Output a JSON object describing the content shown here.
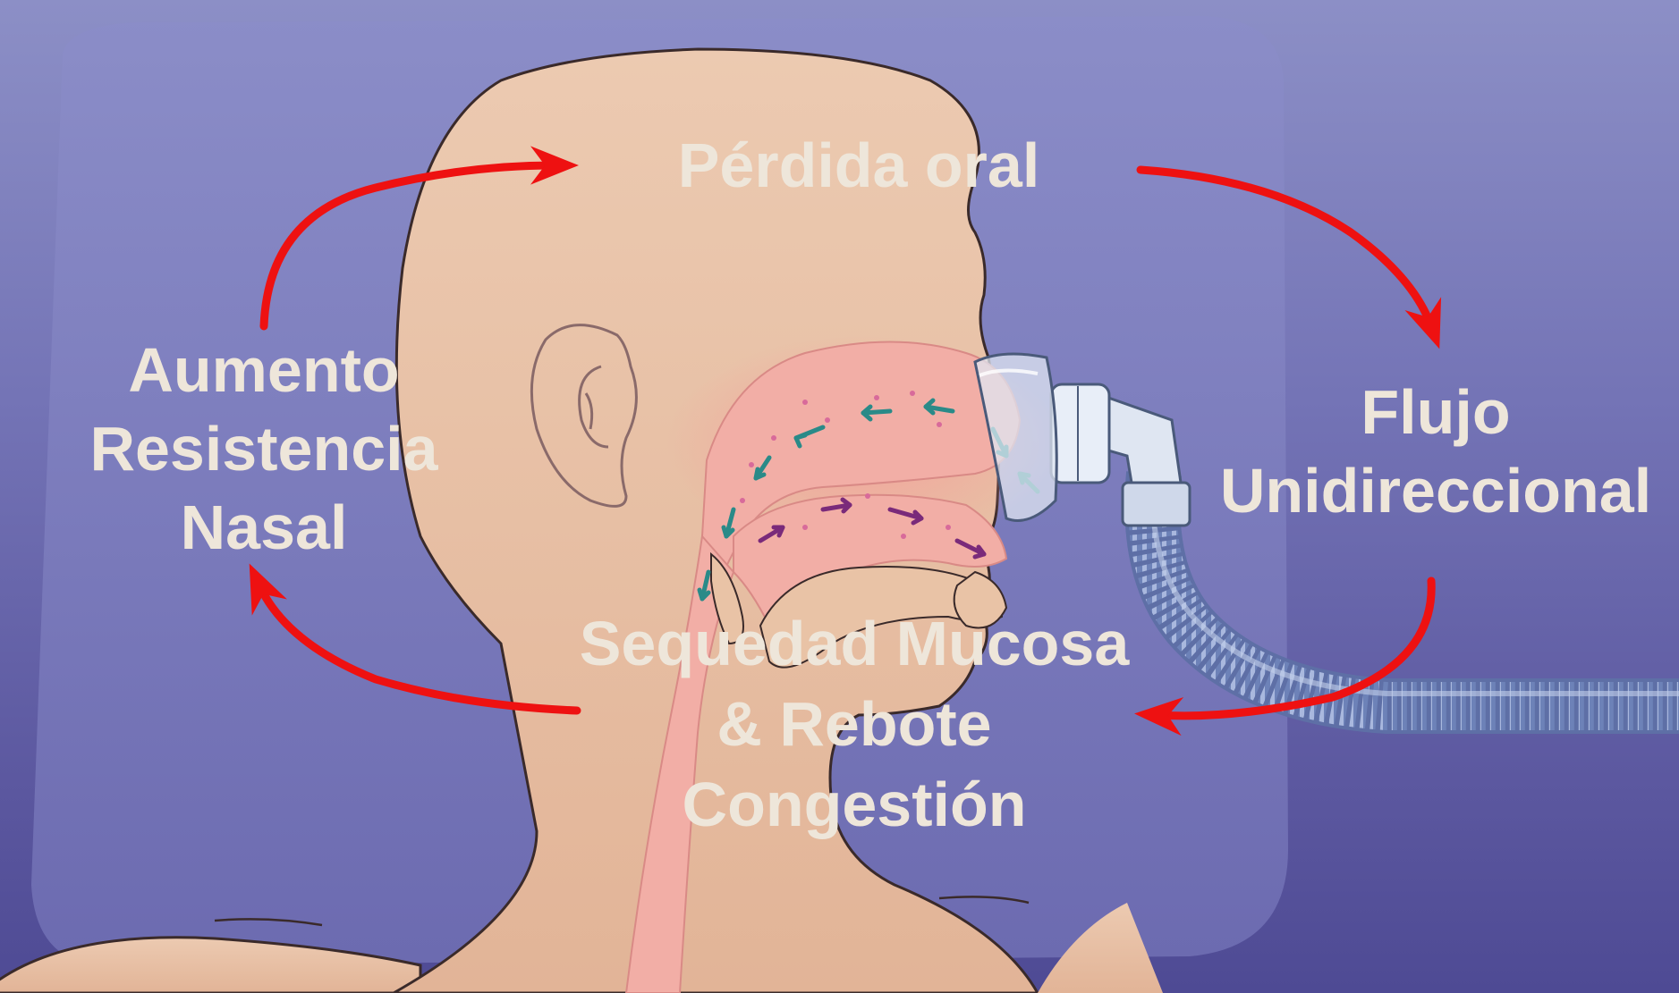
{
  "labels": {
    "oral_loss": "Pérdida oral",
    "nasal_resistance": [
      "Aumento",
      "Resistencia",
      "Nasal"
    ],
    "unidirectional_flow": [
      "Flujo",
      "Unidireccional"
    ],
    "mucosal_dryness": [
      "Sequedad Mucosa",
      "& Rebote",
      "Congestión"
    ]
  },
  "colors": {
    "cycle_arrow": "#ee1111",
    "label_text": "#eee6da",
    "skin": "#e9c3a6",
    "airway": "#f0aaa5",
    "pillow": "#7d7ebf",
    "background": "#6d6db0",
    "inspiration_arrow": "#2a8a88",
    "expiration_arrow": "#7a2a7a",
    "mask": "#dfe6f2",
    "hose": "#7a8fc0"
  },
  "icons": {
    "cycle_arrows": "curved-arrow-icon",
    "mask": "cpap-mask-icon",
    "hose": "corrugated-hose-icon"
  }
}
